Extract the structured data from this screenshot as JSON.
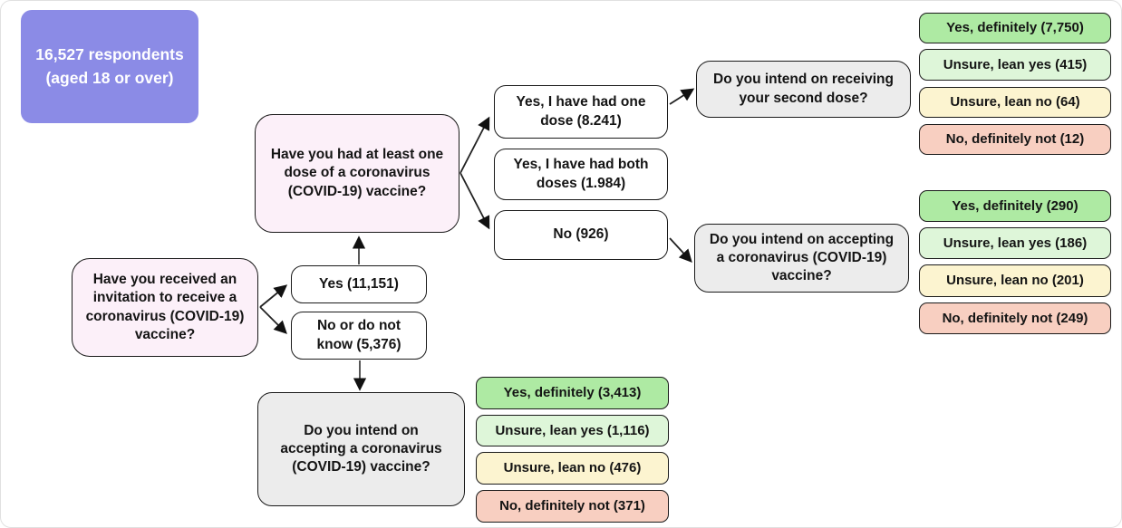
{
  "colors": {
    "purple": "#8b8be6",
    "pink": "#fcf0f9",
    "gray": "#ececec",
    "white": "#ffffff",
    "green": "#aeeaa3",
    "light_green": "#def6d9",
    "yellow": "#fcf4d0",
    "red": "#f8cfc1",
    "border": "#1a1a1a",
    "line": "#333333"
  },
  "nodes": {
    "respondents": {
      "label": "16,527 respondents (aged 18 or over)"
    },
    "q_invitation": {
      "label": "Have you received an invitation to receive a coronavirus (COVID-19) vaccine?"
    },
    "invitation_yes": {
      "label": "Yes (11,151)"
    },
    "invitation_no": {
      "label": "No or do not know (5,376)"
    },
    "q_one_dose": {
      "label": "Have you had at least one dose of a coronavirus (COVID-19) vaccine?"
    },
    "dose_one": {
      "label": "Yes, I have had one dose (8.241)"
    },
    "dose_both": {
      "label": "Yes, I have had both doses (1.984)"
    },
    "dose_none": {
      "label": "No (926)"
    },
    "q_second_dose": {
      "label": "Do you intend on receiving your second dose?"
    },
    "q_accept_after_no": {
      "label": "Do you intend on accepting a coronavirus (COVID-19) vaccine?"
    },
    "q_accept_no_invite": {
      "label": "Do you intend on accepting a coronavirus (COVID-19) vaccine?"
    }
  },
  "outcomes": {
    "second_dose": [
      {
        "label": "Yes, definitely (7,750)",
        "tone": "green"
      },
      {
        "label": "Unsure, lean yes (415)",
        "tone": "light_green"
      },
      {
        "label": "Unsure, lean no (64)",
        "tone": "yellow"
      },
      {
        "label": "No, definitely not (12)",
        "tone": "red"
      }
    ],
    "accept_after_no": [
      {
        "label": "Yes, definitely (290)",
        "tone": "green"
      },
      {
        "label": "Unsure, lean yes (186)",
        "tone": "light_green"
      },
      {
        "label": "Unsure, lean no (201)",
        "tone": "yellow"
      },
      {
        "label": "No, definitely not (249)",
        "tone": "red"
      }
    ],
    "accept_no_invite": [
      {
        "label": "Yes, definitely (3,413)",
        "tone": "green"
      },
      {
        "label": "Unsure, lean yes (1,116)",
        "tone": "light_green"
      },
      {
        "label": "Unsure, lean no (476)",
        "tone": "yellow"
      },
      {
        "label": "No, definitely not (371)",
        "tone": "red"
      }
    ]
  }
}
